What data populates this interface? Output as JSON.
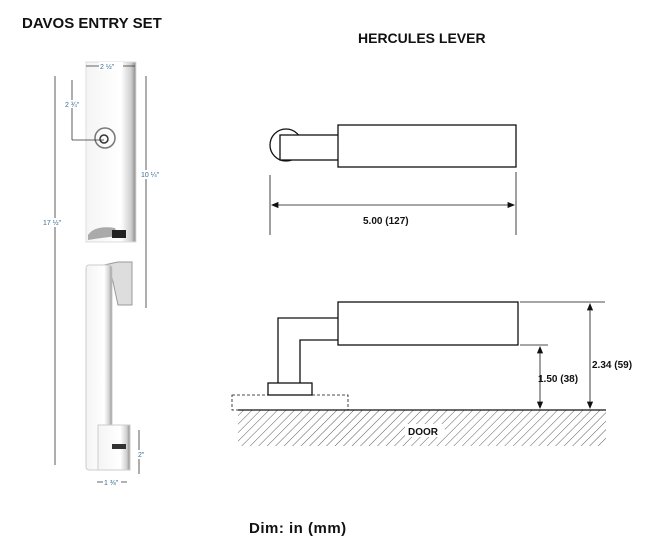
{
  "left_title": "DAVOS ENTRY SET",
  "right_title": "HERCULES LEVER",
  "footer": "Dim: in (mm)",
  "entry_set_dims": {
    "plate_width": "2 ½\"",
    "cylinder_offset": "2 ¾\"",
    "plate_height": "10 ¼\"",
    "overall_height": "17 ½\"",
    "rosette_height": "2\"",
    "rosette_width": "1 ⅜\""
  },
  "lever_dims": {
    "length": "5.00 (127)",
    "center_height": "1.50 (38)",
    "overall_projection": "2.34 (59)",
    "door_label": "DOOR"
  },
  "colors": {
    "dimension_text": "#3a6e96",
    "line": "#111111"
  }
}
